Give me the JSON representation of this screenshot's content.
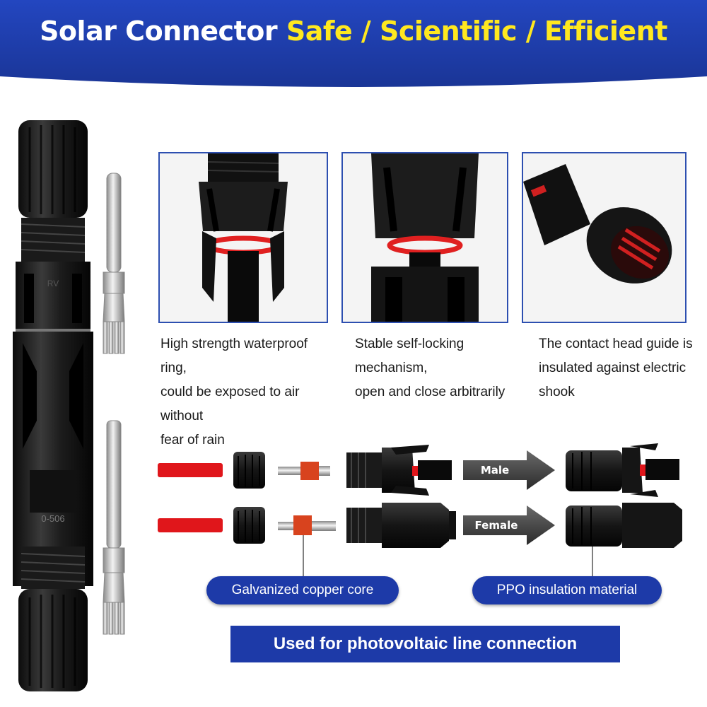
{
  "header": {
    "title_plain": "Solar Connector",
    "title_highlight": "Safe / Scientific / Efficient",
    "colors": {
      "banner": "#1d3aa8",
      "highlight": "#ffe81f"
    }
  },
  "features": [
    {
      "text_lines": [
        "High strength waterproof ring,",
        "could be exposed to air without",
        "fear of rain"
      ]
    },
    {
      "text_lines": [
        "Stable self-locking mechanism,",
        "open and close arbitrarily"
      ]
    },
    {
      "text_lines": [
        "The contact head guide is",
        "insulated against electric",
        "shook"
      ]
    }
  ],
  "assembly": {
    "male_label": "Male",
    "female_label": "Female"
  },
  "callouts": {
    "copper_core": "Galvanized copper core",
    "insulation": "PPO insulation material"
  },
  "footer_banner": "Used for photovoltaic line connection",
  "product_markings": {
    "top": "RV",
    "bottom": "0-506"
  }
}
